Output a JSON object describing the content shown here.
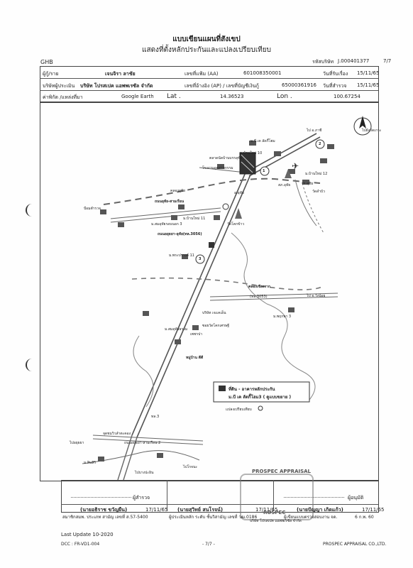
{
  "header": {
    "title1": "แบบเขียนแผนที่สังเขป",
    "title2": "แสดงที่ตั้งหลักประกันและแปลงเปรียบเทียบ",
    "bank": "GHB",
    "code_label": "รหัสบริษัท",
    "code_value": "J.000401377",
    "page_mark": "7/7"
  },
  "info": {
    "borrower_label": "ผู้กู้/ราย",
    "borrower_value": "เจนจิรา ลาชัย",
    "loan_no_label": "เลขที่แฟ้ม (AA)",
    "loan_no_value": "601008350001",
    "receive_date_label": "วันที่รับเรื่อง",
    "receive_date_value": "15/11/65",
    "company_label": "บริษัทผู้ประเมิน",
    "company_value": "บริษัท โปรสเปค แอพพเรซัล จำกัด",
    "ref_label": "เลขที่อ้างอิง (AP) / เลขที่บัญชีเงินกู้",
    "ref_value": "65000361916",
    "survey_date_label": "วันที่สำรวจ",
    "survey_date_value": "15/11/65",
    "coords_label": "ค่าพิกัด /แหล่งที่มา",
    "coords_source": "Google Earth",
    "lat_label": "Lat .",
    "lat_value": "14.36523",
    "lon_label": "Lon .",
    "lon_value": "100.67254"
  },
  "map": {
    "north": "N",
    "labels": {
      "to_phachi": "ไป อ.ภาชี",
      "village1": "ม.บี.เค ลัดกี้โฮม",
      "village10": "ม.บ้านใหม่ 10",
      "market": "ตลาดนัดบ้านบรรลุชัย",
      "bankpop": "โรงงานอุตสาหกรรม",
      "village12": "ม.บ้านใหม่ 12",
      "school": "รร.อุทัย",
      "templemoo": "วัดลำบัว",
      "canal": "คลองอุทัย",
      "road_uthai": "ถนนอุทัย-สามเรือน",
      "police": "สภ.อุทัย",
      "district": "อ.อุทัย",
      "village11": "ม.บ้านใหม่ 11",
      "watkhaokhao": "วัดโคกข้าว",
      "road3056": "ถนนอยุธยา-อุทัย(ทล.3056)",
      "village_samrong": "ม.สมอุทัยรอบนอก 3",
      "village_phraprang": "ม.พระปรางค์ 11",
      "pumpstation": "ป้อมตำรวจ",
      "canal2": "คลองเชียงราก",
      "hwy_main": "(ทล.3053)",
      "to_wangnoi": "ไป อ.วังน้อย",
      "village_green": "ม.พฤกษา 3",
      "company_j": "บริษัท เจเเคเอ็น",
      "soi": "ซอยวัดโคกเศรษฐี",
      "village_samut": "ม.สมอุทัยธรรม",
      "phaya": "เพชรปา",
      "mubaan": "หมู่บ้าน ดีดี",
      "bank_right": "ไปยังวัดเกาะ",
      "intersection": "ทล.3",
      "temple2": "จุดชมวิวลำตะคอง",
      "road_amp": "ถนนอยุธยา-สามเรือน 2",
      "to_ayutthaya": "ไปอยุธยา",
      "village_sinsiri": "ม.สินสิริ",
      "to_bangpain": "ไปบางปะอิน",
      "to_rojana": "ไปโรจนะ",
      "compare": "แปลงเปรียบเทียบ",
      "legend_title": "ที่ดิน - อาคารหลักประกัน",
      "legend_sub": "ม.บี เค ลัดกี้โฮม3 ( ดูแบบขยาย )"
    },
    "markers": [
      "1",
      "2",
      "3"
    ]
  },
  "footer": {
    "brand": "PROSPEC APPRAISAL",
    "surveyor_label": "ผู้สำรวจ",
    "surveyor_name": "(นายอธิราช ขวัญยืน)",
    "surveyor_date": "17/11/65",
    "surveyor_assoc": "สมาชิกสมพ. ประเภท สามัญ เลขที่ ส.57-5400",
    "approver_name": "(นายสุวิทย์ สนโรจน์)",
    "approver_date": "17/11/65",
    "approver_role": "ผู้ประเมินหลัก ระดับ ชั้นวิสามัญ เลขที่ วฒ.0186",
    "reviewer_label": "ผู้อนุมัติ",
    "reviewer_name": "(นายปัญญา เกิดแก้ว)",
    "reviewer_date": "17/11/65",
    "reviewer_role": "ผู้เขียนแบบตรวจสอบงาน จด.",
    "reviewer_date2": "6 ก.พ. 60",
    "last_update": "Last Update 10-2020",
    "dcc": "DCC : FR-VD1-004",
    "page": "- 7/7 -",
    "company_en": "PROSPEC APPRAISAL CO.,LTD.",
    "stamp_text": "บริษัท โปรสเปค แอพพเรซัล จำกัด",
    "stamp_brand": "ROSPEC"
  }
}
